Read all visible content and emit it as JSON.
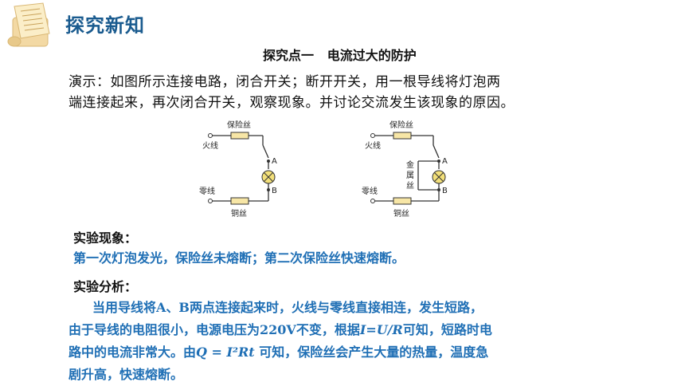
{
  "header": {
    "section_title": "探究新知",
    "logo_icon": "scroll-icon"
  },
  "topic": {
    "number": "探究点一",
    "title": "电流过大的防护"
  },
  "demo": {
    "line1": "演示：如图所示连接电路，闭合开关；断开开关，用一根导线将灯泡两",
    "line2": "端连接起来，再次闭合开关，观察现象。并讨论交流发生该现象的原因。"
  },
  "diagram_left": {
    "fuse_label": "保险丝",
    "live_label": "火线",
    "neutral_label": "零线",
    "copper_label": "铜丝",
    "point_a": "A",
    "point_b": "B"
  },
  "diagram_right": {
    "fuse_label": "保险丝",
    "live_label": "火线",
    "neutral_label": "零线",
    "copper_label": "铜丝",
    "metal_wire_label_1": "金",
    "metal_wire_label_2": "属",
    "metal_wire_label_3": "丝",
    "point_a": "A",
    "point_b": "B"
  },
  "phenomenon": {
    "heading": "实验现象：",
    "text": "第一次灯泡发光，保险丝未熔断；第二次保险丝快速熔断。"
  },
  "analysis": {
    "heading": "实验分析：",
    "l1": "当用导线将A、B两点连接起来时，火线与零线直接相连，发生短路，",
    "l2_a": "由于导线的电阻很小，电源电压为220V不变，根据",
    "l2_formula": "I=U/R",
    "l2_b": "可知，短路时电",
    "l3_a": "路中的电流非常大。由",
    "l3_formula": "Q = I²Rt",
    "l3_b": " 可知，保险丝会产生大量的热量，温度急",
    "l4": "剧升高，快速熔断。"
  },
  "colors": {
    "title_blue": "#1a5b8f",
    "text_blue": "#1f6fb5"
  }
}
